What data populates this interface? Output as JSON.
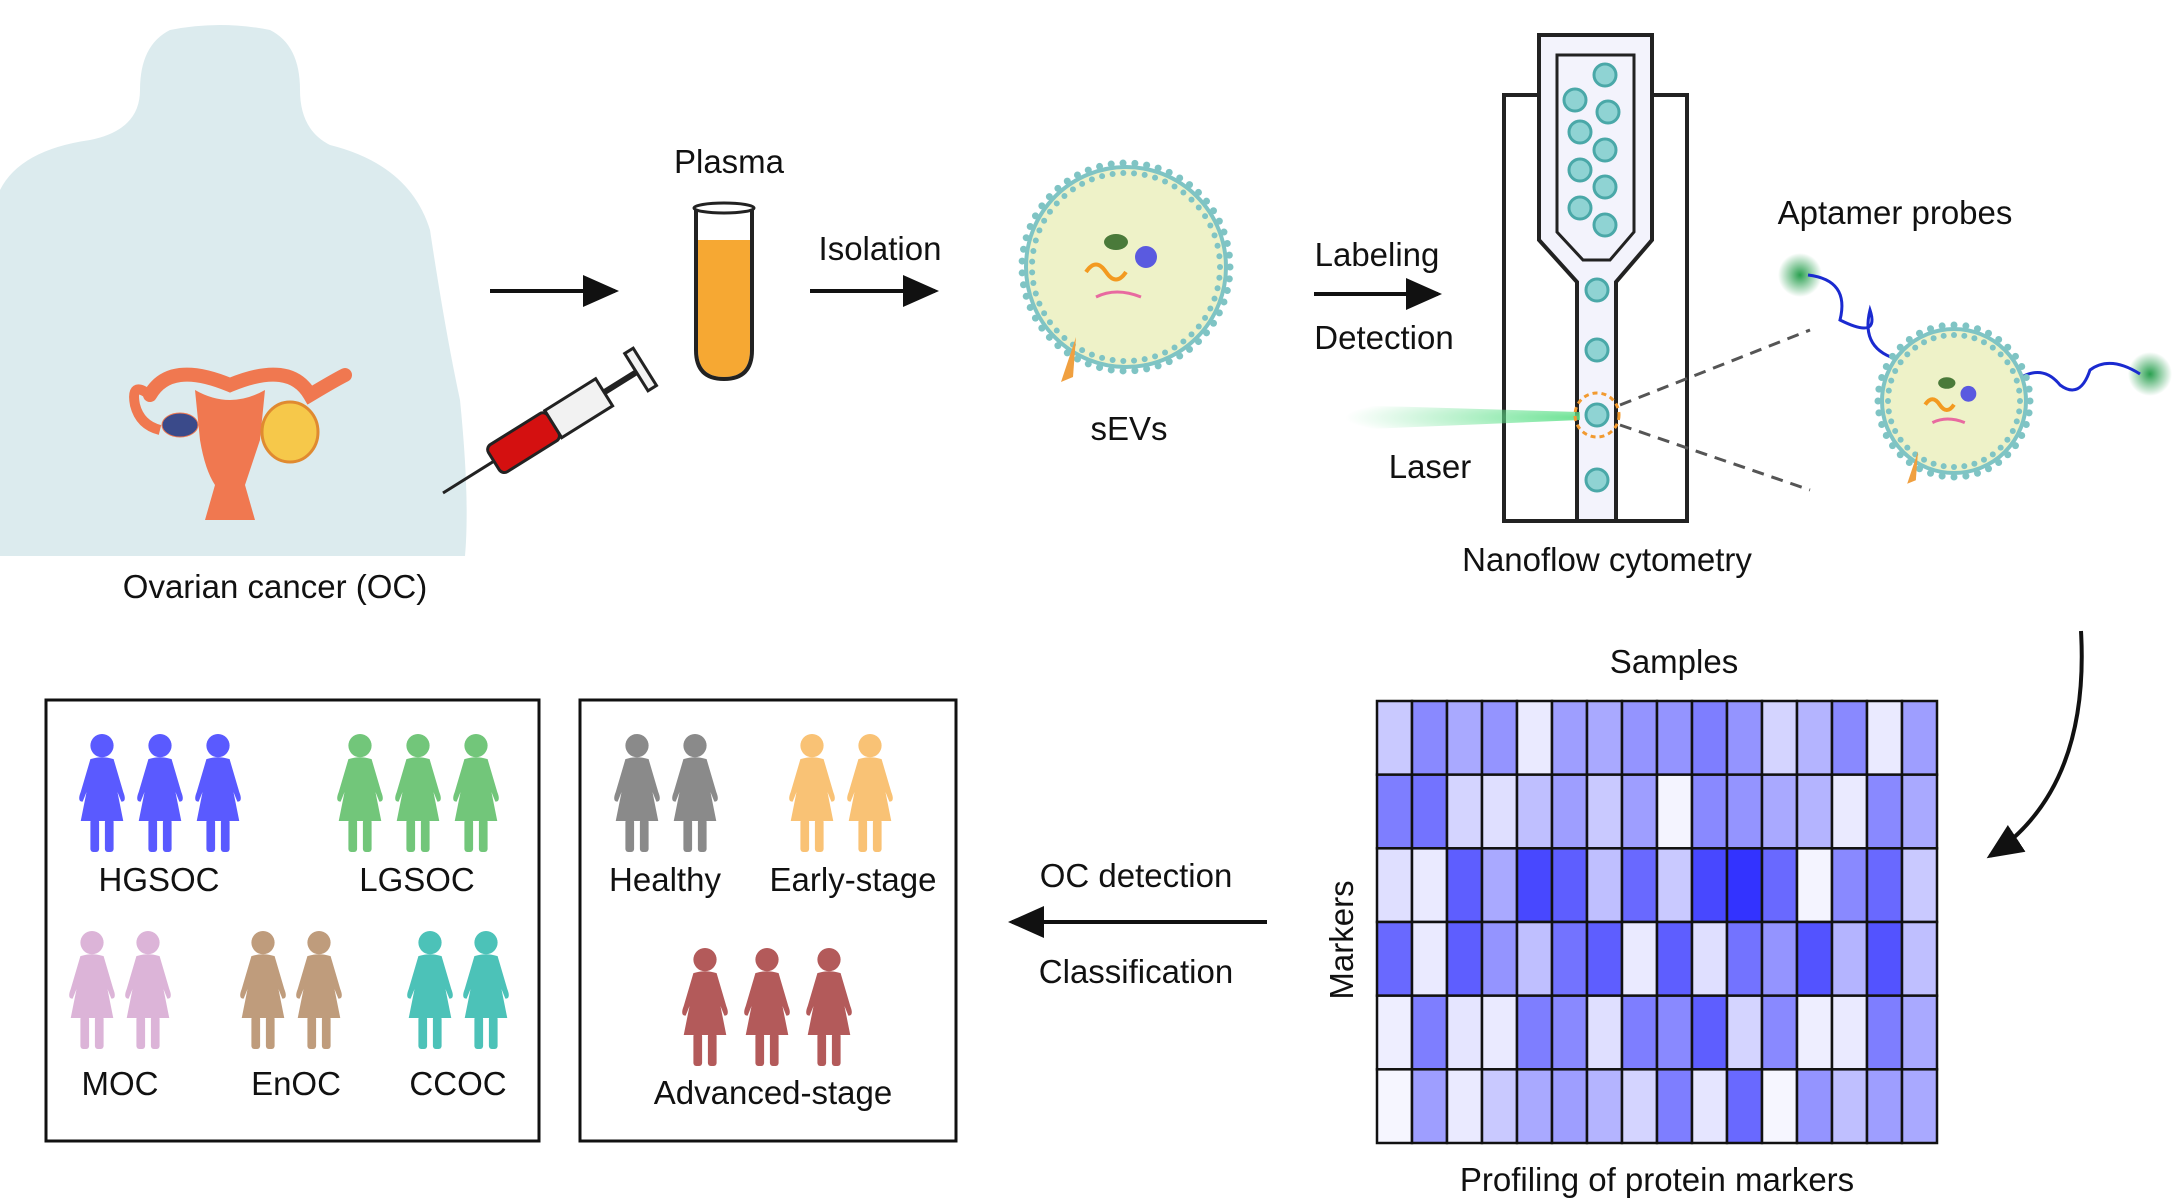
{
  "labels": {
    "ovarian_cancer": "Ovarian cancer (OC)",
    "plasma": "Plasma",
    "isolation": "Isolation",
    "sevs": "sEVs",
    "labeling": "Labeling",
    "detection": "Detection",
    "laser": "Laser",
    "nanoflow": "Nanoflow cytometry",
    "aptamer_probes": "Aptamer probes",
    "samples": "Samples",
    "markers": "Markers",
    "profiling": "Profiling of protein markers",
    "oc_detection": "OC detection",
    "classification": "Classification"
  },
  "subtypes": [
    {
      "label": "HGSOC",
      "count": 3,
      "color": "#5a5aff"
    },
    {
      "label": "LGSOC",
      "count": 3,
      "color": "#72c67a"
    },
    {
      "label": "MOC",
      "count": 2,
      "color": "#dcb4d8"
    },
    {
      "label": "EnOC",
      "count": 2,
      "color": "#bf9c7c"
    },
    {
      "label": "CCOC",
      "count": 2,
      "color": "#4cc2b8"
    }
  ],
  "stages": [
    {
      "label": "Healthy",
      "count": 2,
      "color": "#8a8a8a"
    },
    {
      "label": "Early-stage",
      "count": 2,
      "color": "#f9c275"
    },
    {
      "label": "Advanced-stage",
      "count": 3,
      "color": "#b35a5a"
    }
  ],
  "colors": {
    "body": "#dcebee",
    "uterus": "#f07850",
    "plasma": "#f6a833",
    "heat_low": "#ffffff",
    "heat_high": "#2828ff",
    "vesicle": "#eef2c8",
    "membrane": "#7fc4c4"
  },
  "heatmap": [
    [
      0.25,
      0.55,
      0.4,
      0.5,
      0.1,
      0.45,
      0.4,
      0.5,
      0.5,
      0.6,
      0.5,
      0.2,
      0.35,
      0.55,
      0.1,
      0.45
    ],
    [
      0.6,
      0.65,
      0.2,
      0.15,
      0.3,
      0.45,
      0.25,
      0.45,
      0.05,
      0.55,
      0.5,
      0.4,
      0.35,
      0.1,
      0.55,
      0.4
    ],
    [
      0.15,
      0.1,
      0.75,
      0.4,
      0.85,
      0.75,
      0.3,
      0.7,
      0.25,
      0.85,
      0.95,
      0.7,
      0.05,
      0.55,
      0.7,
      0.25
    ],
    [
      0.7,
      0.1,
      0.75,
      0.5,
      0.3,
      0.65,
      0.75,
      0.1,
      0.75,
      0.15,
      0.65,
      0.5,
      0.8,
      0.35,
      0.8,
      0.3
    ],
    [
      0.08,
      0.6,
      0.12,
      0.1,
      0.6,
      0.55,
      0.15,
      0.6,
      0.55,
      0.75,
      0.2,
      0.55,
      0.08,
      0.1,
      0.6,
      0.4
    ],
    [
      0.04,
      0.45,
      0.1,
      0.25,
      0.4,
      0.45,
      0.35,
      0.2,
      0.6,
      0.12,
      0.7,
      0.04,
      0.5,
      0.3,
      0.45,
      0.4
    ]
  ]
}
